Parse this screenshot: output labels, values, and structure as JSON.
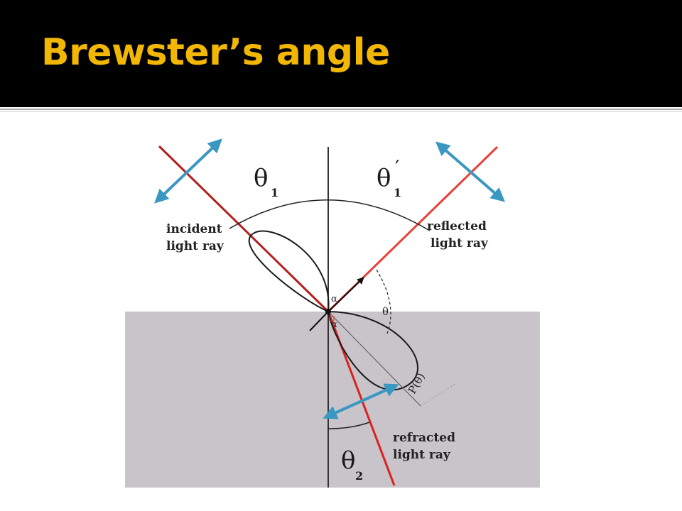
{
  "slide": {
    "title": "Brewster’s angle"
  },
  "diagram": {
    "labels": {
      "incident_line1": "incident",
      "incident_line2": "light ray",
      "reflected_line1": "reflected",
      "reflected_line2": "light ray",
      "refracted_line1": "refracted",
      "refracted_line2": "light ray"
    },
    "angles": {
      "theta1_symbol": "θ",
      "theta1_sub": "1",
      "theta1p_symbol": "θ",
      "theta1p_sub": "1",
      "theta1p_prime": "′",
      "theta2_symbol": "θ",
      "theta2_sub": "2",
      "theta_small": "θ",
      "alpha1": "α",
      "alpha2": "α",
      "pattern": "P(θ)"
    },
    "colors": {
      "title": "#f2b705",
      "title_bar": "#000000",
      "medium": "#c8c4ca",
      "incident_ray": "#b2201c",
      "reflected_ray": "#e8413a",
      "refracted_ray": "#d8221e",
      "polarization_arrows": "#3a97c1"
    }
  }
}
